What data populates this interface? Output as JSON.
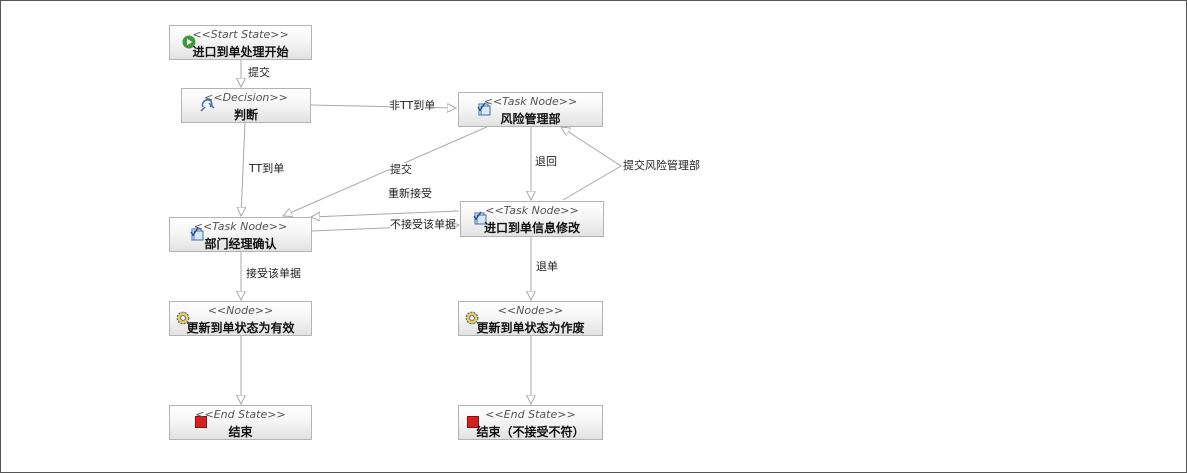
{
  "nodes": {
    "start": {
      "stereotype": "<<Start State>>",
      "title": "进口到单处理开始",
      "icon": "play-icon"
    },
    "decision": {
      "stereotype": "<<Decision>>",
      "title": "判断",
      "icon": "decision-icon"
    },
    "risk": {
      "stereotype": "<<Task Node>>",
      "title": "风险管理部",
      "icon": "task-icon"
    },
    "manager": {
      "stereotype": "<<Task Node>>",
      "title": "部门经理确认",
      "icon": "task-icon"
    },
    "modify": {
      "stereotype": "<<Task Node>>",
      "title": "进口到单信息修改",
      "icon": "task-icon"
    },
    "valid": {
      "stereotype": "<<Node>>",
      "title": "更新到单状态为有效",
      "icon": "gear-icon"
    },
    "void": {
      "stereotype": "<<Node>>",
      "title": "更新到单状态为作废",
      "icon": "gear-icon"
    },
    "end": {
      "stereotype": "<<End State>>",
      "title": "结束",
      "icon": "stop-icon"
    },
    "end_reject": {
      "stereotype": "<<End State>>",
      "title": "结束（不接受不符）",
      "icon": "stop-icon"
    }
  },
  "edges": {
    "submit": "提交",
    "non_tt": "非TT到单",
    "tt": "TT到单",
    "risk_submit": "提交",
    "return": "退回",
    "submit_risk": "提交风险管理部",
    "reaccept": "重新接受",
    "reject": "不接受该单据",
    "accept": "接受该单据",
    "withdraw": "退单"
  },
  "colors": {
    "edge": "#a8a8a8",
    "node_border": "#b3b3b3",
    "start_icon": "#3d9b35",
    "end_icon": "#d42020",
    "task_icon": "#3b6fb6"
  }
}
